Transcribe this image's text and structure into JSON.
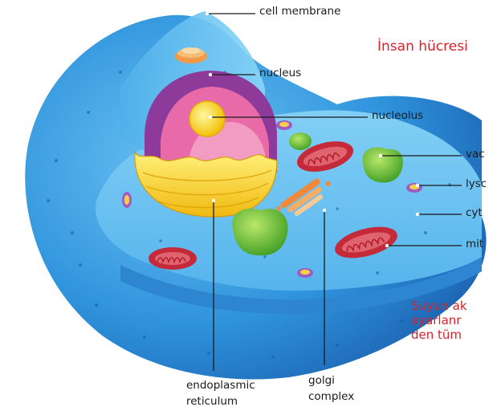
{
  "title": "İnsan hücresi",
  "labels": {
    "cell_membrane": "cell membrane",
    "nucleus": "nucleus",
    "nucleolus": "nucleolus",
    "vacuole": "vac",
    "lysosome": "lysc",
    "cytoplasm": "cyt",
    "mitochondria": "mit",
    "endoplasmic_reticulum": [
      "endoplasmic",
      "reticulum"
    ],
    "golgi_complex": [
      "golgi",
      "complex"
    ]
  },
  "side_text": [
    "Suyun ak",
    "ayarlanr",
    "den tüm"
  ],
  "colors": {
    "cell_blue": "#3a9fe0",
    "membrane_dark": "#1f6fbf",
    "nucleus_purple": "#9b3fa0",
    "nucleus_pink": "#e76aa6",
    "nucleolus": "#f6d21c",
    "er_yellow": "#f3d31a",
    "mitochondria_red": "#c8283a",
    "vacuole_green": "#5bbf2f",
    "golgi_orange": "#f09040",
    "label_text": "#1a1a1a",
    "red_text": "#d6232a"
  }
}
